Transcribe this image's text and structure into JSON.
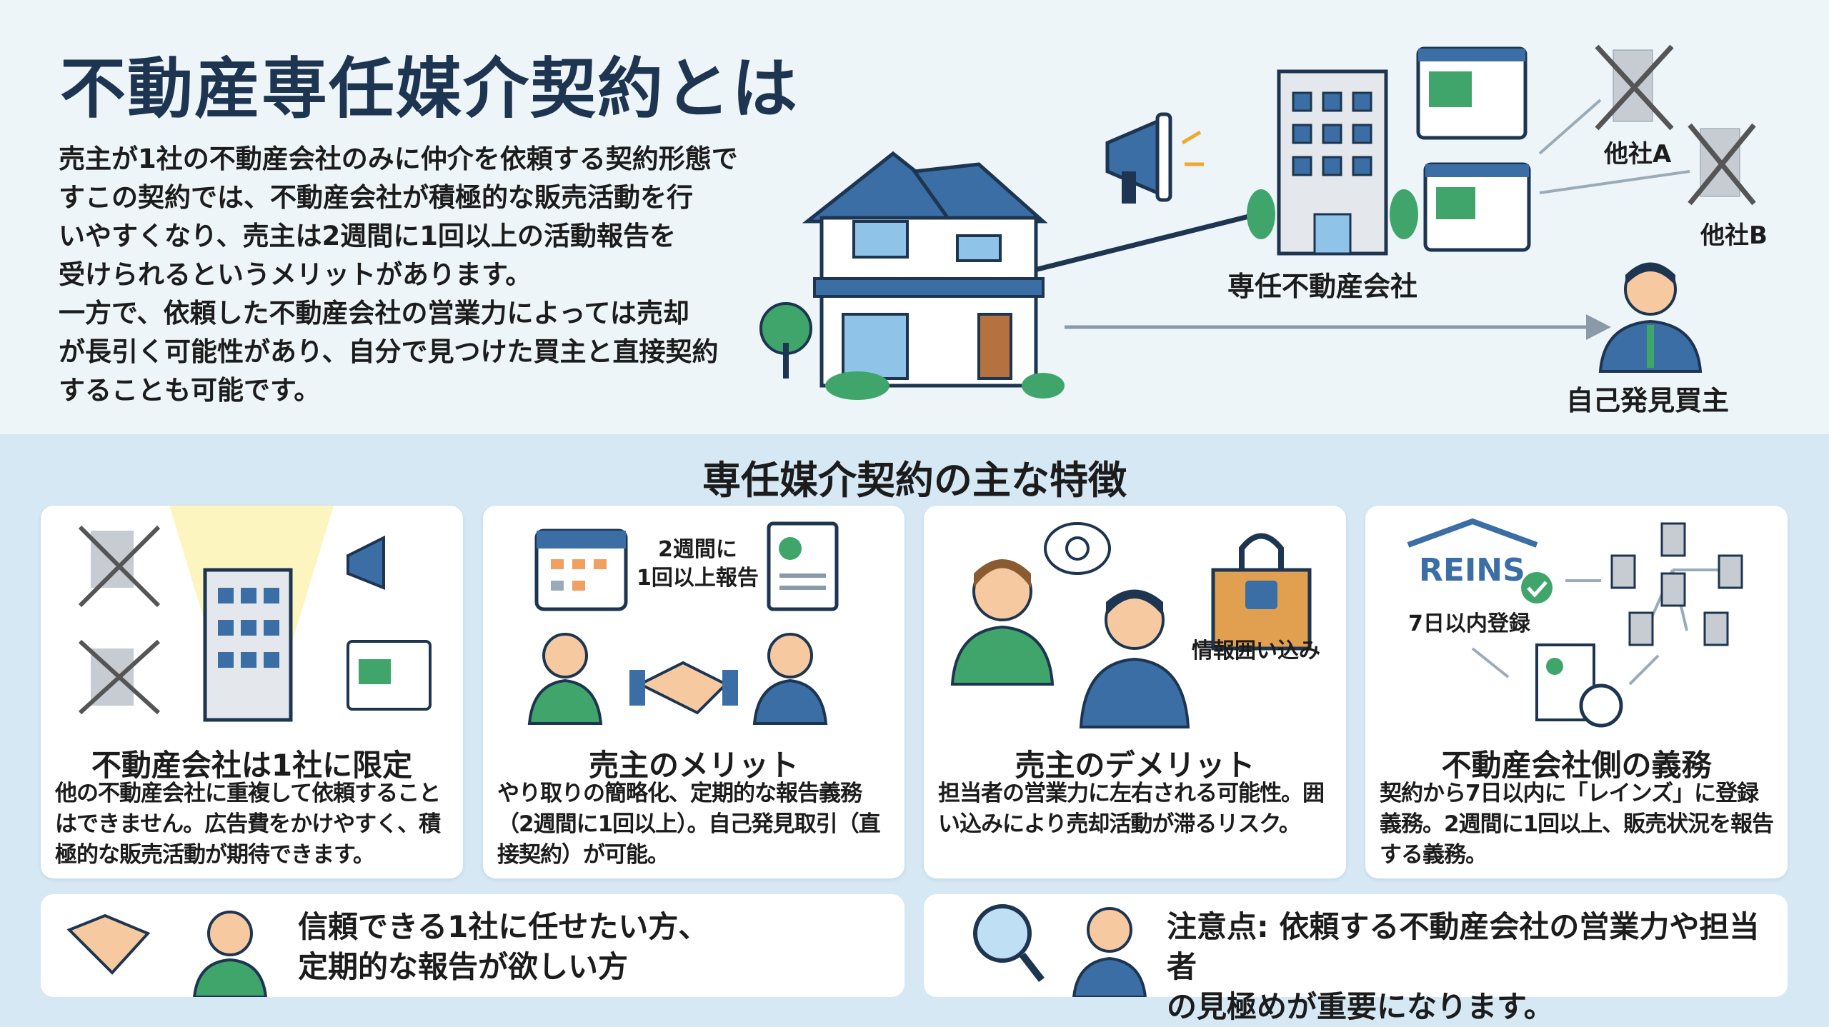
{
  "header": {
    "title": "不動産専任媒介契約とは",
    "intro": [
      "売主が1社の不動産会社のみに仲介を依頼する契約形態で",
      "すこの契約では、不動産会社が積極的な販売活動を行",
      "いやすくなり、売主は2週間に1回以上の活動報告を",
      "受けられるというメリットがあります。",
      "一方で、依頼した不動産会社の営業力によっては売却",
      "が長引く可能性があり、自分で見つけた買主と直接契約",
      "することも可能です。"
    ]
  },
  "diagram": {
    "agency_label": "専任不動産会社",
    "other_a": "他社A",
    "other_b": "他社B",
    "buyer_label": "自己発見買主"
  },
  "section_title": "専任媒介契約の主な特徴",
  "cards": [
    {
      "title": "不動産会社は1社に限定",
      "body": "他の不動産会社に重複して依頼することはできません。広告費をかけやすく、積極的な販売活動が期待できます。"
    },
    {
      "title": "売主のメリット",
      "body": "やり取りの簡略化、定期的な報告義務（2週間に1回以上）。自己発見取引（直接契約）が可能。",
      "badge": "2週間に\n1回以上報告",
      "badge1": "2週間に",
      "badge2": "1回以上報告"
    },
    {
      "title": "売主のデメリット",
      "body": "担当者の営業力に左右される可能性。囲い込みにより売却活動が滞るリスク。",
      "badge": "情報囲い込み"
    },
    {
      "title": "不動産会社側の義務",
      "body": "契約から7日以内に「レインズ」に登録義務。2週間に1回以上、販売状況を報告する義務。",
      "logo": "REINS",
      "badge": "7日以内登録"
    }
  ],
  "bottom": [
    {
      "line1": "信頼できる1社に任せたい方、",
      "line2": "定期的な報告が欲しい方"
    },
    {
      "line1": "注意点: 依頼する不動産会社の営業力や担当者",
      "line2": "の見極めが重要になります。"
    }
  ],
  "colors": {
    "navy": "#1d3550",
    "blue": "#3a6ea5",
    "green": "#3fa56b",
    "bg": "#d5e8f4"
  }
}
